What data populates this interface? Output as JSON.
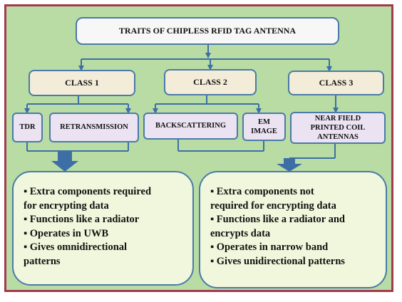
{
  "title": "TRAITS  OF CHIPLESS RFID TAG ANTENNA",
  "classes": [
    {
      "label": "CLASS  1"
    },
    {
      "label": "CLASS  2"
    },
    {
      "label": "CLASS  3"
    }
  ],
  "subtypes": {
    "tdr": "TDR",
    "retransmission": "RETRANSMISSION",
    "backscattering": "BACKSCATTERING",
    "em_image_1": "EM",
    "em_image_2": "IMAGE",
    "near_field_1": "NEAR FIELD",
    "near_field_2": "PRINTED COIL",
    "near_field_3": "ANTENNAS"
  },
  "left_panel": {
    "lines": [
      "▪ Extra components required",
      "for encrypting  data",
      "▪ Functions like a radiator",
      "▪ Operates in UWB",
      "▪ Gives omnidirectional",
      "patterns"
    ]
  },
  "right_panel": {
    "lines": [
      "▪ Extra components  not",
      "required for encrypting data",
      "▪ Functions like a radiator and",
      "encrypts data",
      "▪ Operates in narrow band",
      "▪ Gives unidirectional  patterns"
    ]
  },
  "colors": {
    "background": "#b8dca4",
    "border": "#a33a4e",
    "connector": "#3d6fa6",
    "panel_fill": "#f1f7dc",
    "class_fill": "#f3ecd8",
    "subtype_fill": "#ebe2f2"
  }
}
